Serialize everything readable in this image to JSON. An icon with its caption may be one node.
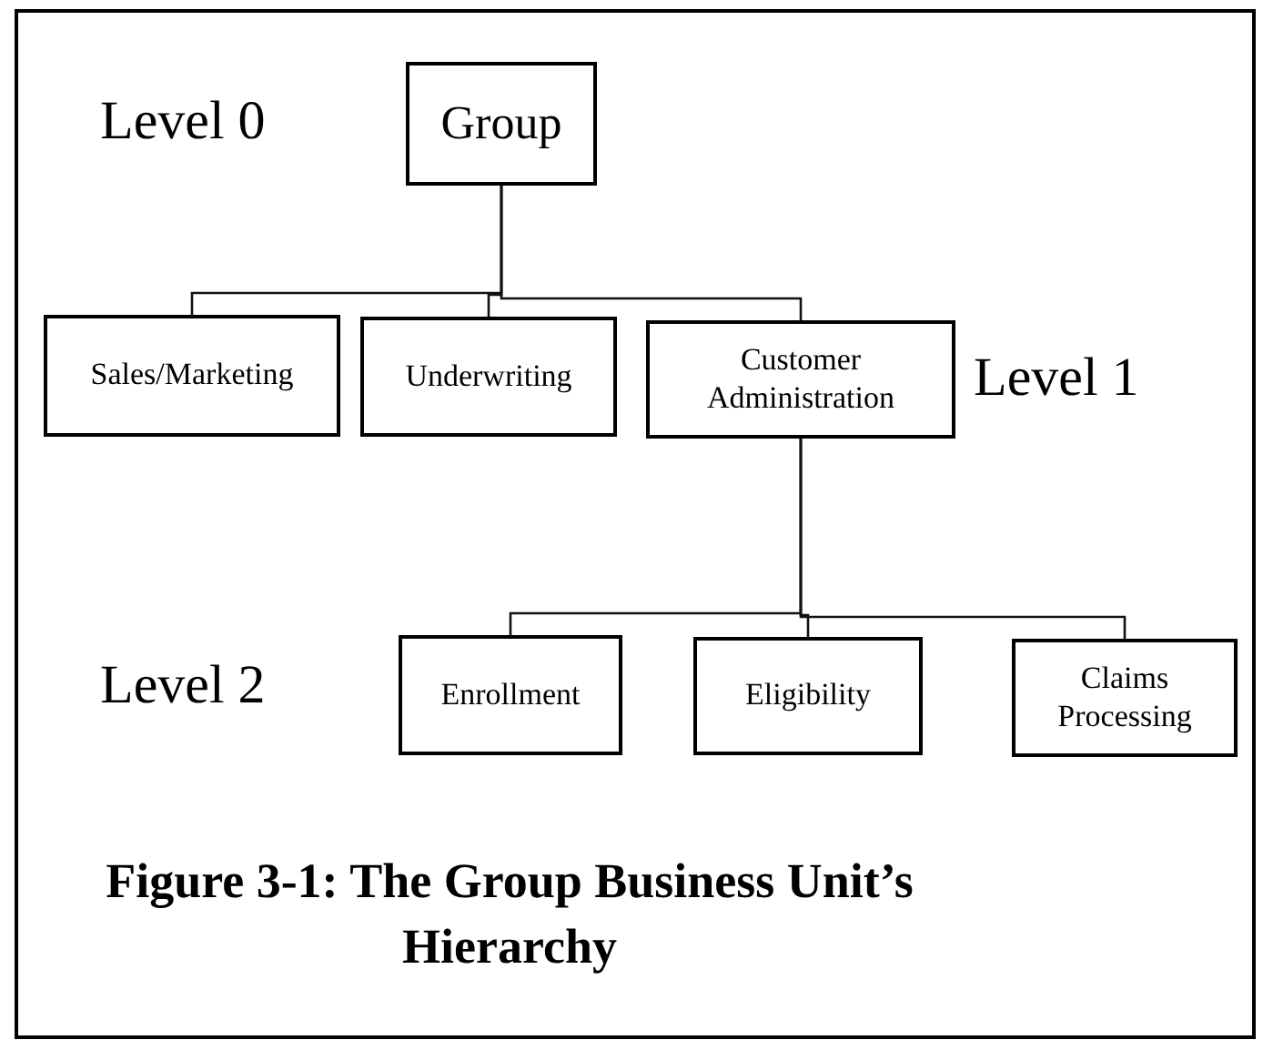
{
  "diagram": {
    "caption": "Figure 3-1: The Group Business Unit’s Hierarchy",
    "nodes": [
      {
        "text": [
          "Group"
        ]
      },
      {
        "text": [
          "Sales/Marketing"
        ]
      },
      {
        "text": [
          "Underwriting"
        ]
      },
      {
        "text": [
          "Customer Administration"
        ]
      },
      {
        "text": [
          "Enrollment"
        ]
      },
      {
        "text": [
          "Eligibility"
        ]
      },
      {
        "text": [
          "Claims Processing"
        ]
      }
    ],
    "edges": [
      {
        "from": 0,
        "to": 1,
        "arrow": "none"
      },
      {
        "from": 0,
        "to": 2,
        "arrow": "none"
      },
      {
        "from": 0,
        "to": 3,
        "arrow": "none"
      },
      {
        "from": 3,
        "to": 4,
        "arrow": "none"
      },
      {
        "from": 3,
        "to": 5,
        "arrow": "none"
      },
      {
        "from": 3,
        "to": 6,
        "arrow": "none"
      }
    ],
    "labels": [
      "Level 0",
      "Level 1",
      "Level 2"
    ]
  }
}
